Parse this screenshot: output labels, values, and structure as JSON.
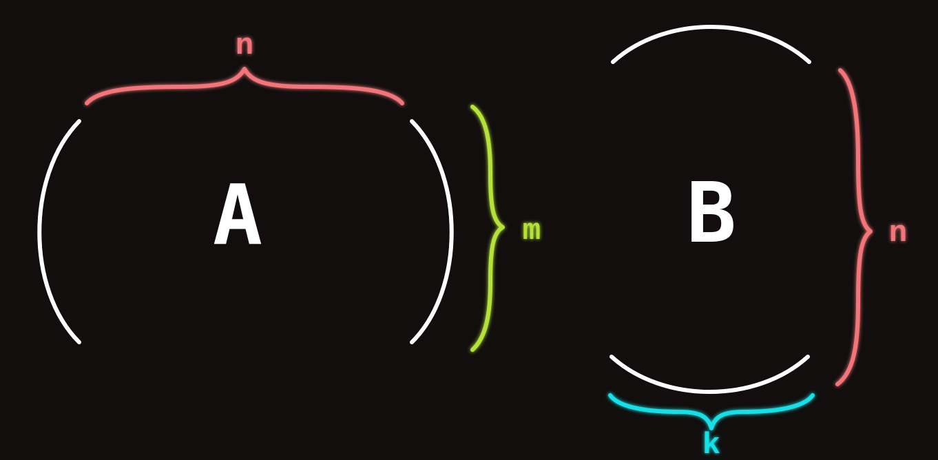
{
  "colors": {
    "background": "#110e0d",
    "matrix": "#ffffff",
    "n": "#f27479",
    "m": "#b4e23a",
    "k": "#16e0e6"
  },
  "matrix_a": {
    "label": "A",
    "top_dimension": "n",
    "side_dimension": "m"
  },
  "matrix_b": {
    "label": "B",
    "side_dimension": "n",
    "bottom_dimension": "k"
  }
}
